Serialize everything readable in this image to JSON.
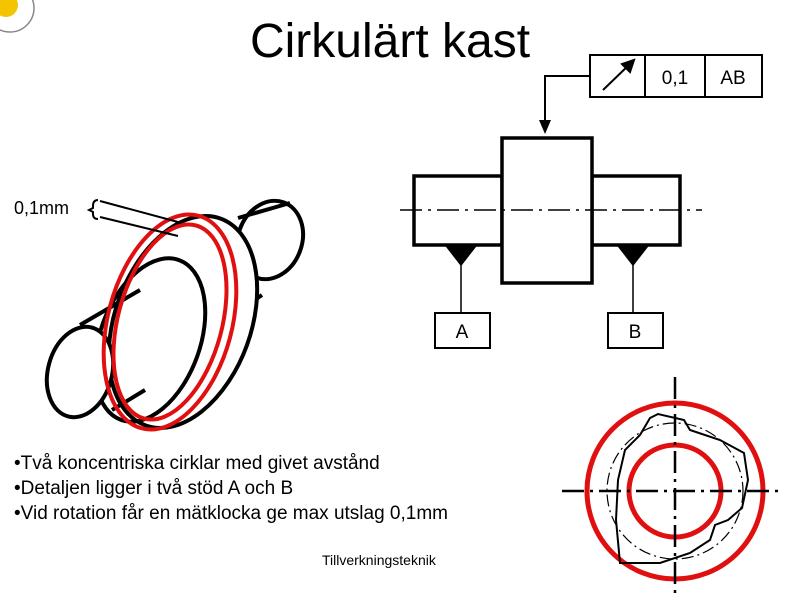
{
  "title": "Cirkulärt kast",
  "tolerance_frame": {
    "symbol": "circular-runout-arrow",
    "value": "0,1",
    "datums": "AB"
  },
  "datum_labels": [
    "A",
    "B"
  ],
  "dimension_label": "0,1mm",
  "bullets": [
    "•Två koncentriska cirklar med givet avstånd",
    "•Detaljen ligger i två stöd A och B",
    "•Vid rotation får en mätklocka ge max utslag 0,1mm"
  ],
  "footer": "Tillverkningsteknik",
  "colors": {
    "tolerance_zone": "#e01010",
    "logo": "#f5c400"
  }
}
